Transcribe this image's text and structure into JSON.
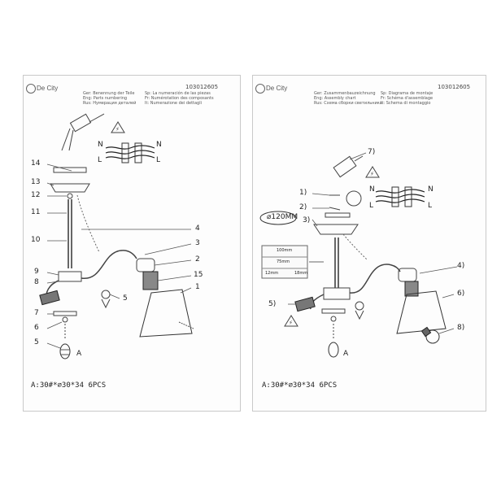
{
  "left_page": {
    "logo": "De City",
    "code": "103012605",
    "header_lines": [
      "Ger: Benennung der Teile",
      "Eng: Parts numbering",
      "Rus: Нумерация деталей",
      "Sp: La numeración de las piezas",
      "Fr: Numérotation des composants",
      "It: Numerazione dei dettagli"
    ],
    "wire_labels": [
      "N",
      "L",
      "N",
      "L"
    ],
    "part_numbers": [
      "14",
      "13",
      "12",
      "11",
      "10",
      "9",
      "8",
      "7",
      "6",
      "5",
      "4",
      "3",
      "2",
      "15",
      "1",
      "5"
    ],
    "detail_label": "A",
    "footer": "A:30#*⌀30*34  6PCS"
  },
  "right_page": {
    "logo": "De City",
    "code": "103012605",
    "header_lines": [
      "Ger: Zusammenbauzeichnung",
      "Eng: Assembly chart",
      "Rus: Схема сборки светильника",
      "Sp: Diagrama de montaje",
      "Fr: Schéma d'assemblage",
      "It: Schema di montaggio"
    ],
    "wire_labels": [
      "N",
      "L",
      "N",
      "L"
    ],
    "step_numbers": [
      "7)",
      "1)",
      "2)",
      "3)",
      "4)",
      "5)",
      "6)",
      "8)"
    ],
    "diameter": "⌀120MM",
    "dimensions": [
      "100mm",
      "75mm",
      "12mm",
      "18mm"
    ],
    "detail_label": "A",
    "footer": "A:30#*⌀30*34  6PCS"
  }
}
